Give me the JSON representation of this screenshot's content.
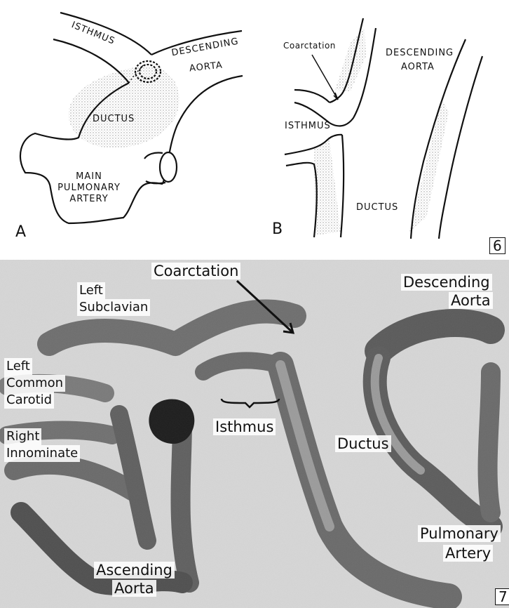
{
  "figure_6": {
    "number": "6",
    "panel_a": {
      "tag": "A",
      "isthmus": "ISTHMUS",
      "descending_line1": "DESCENDING",
      "descending_line2": "AORTA",
      "ductus": "DUCTUS",
      "pulmonary_line1": "MAIN",
      "pulmonary_line2": "PULMONARY",
      "pulmonary_line3": "ARTERY"
    },
    "panel_b": {
      "tag": "B",
      "coarctation": "Coarctation",
      "descending_line1": "DESCENDING",
      "descending_line2": "AORTA",
      "isthmus": "ISTHMUS",
      "ductus": "DUCTUS"
    }
  },
  "figure_7": {
    "number": "7",
    "labels": {
      "coarctation": "Coarctation",
      "descending_line1": "Descending",
      "descending_line2": "Aorta",
      "left_subclavian_line1": "Left",
      "left_subclavian_line2": "Subclavian",
      "left_common_carotid_line1": "Left",
      "left_common_carotid_line2": "Common",
      "left_common_carotid_line3": "Carotid",
      "isthmus": "Isthmus",
      "right_innominate_line1": "Right",
      "right_innominate_line2": "Innominate",
      "ductus": "Ductus",
      "pulmonary_line1": "Pulmonary",
      "pulmonary_line2": "Artery",
      "ascending_line1": "Ascending",
      "ascending_line2": "Aorta"
    }
  }
}
